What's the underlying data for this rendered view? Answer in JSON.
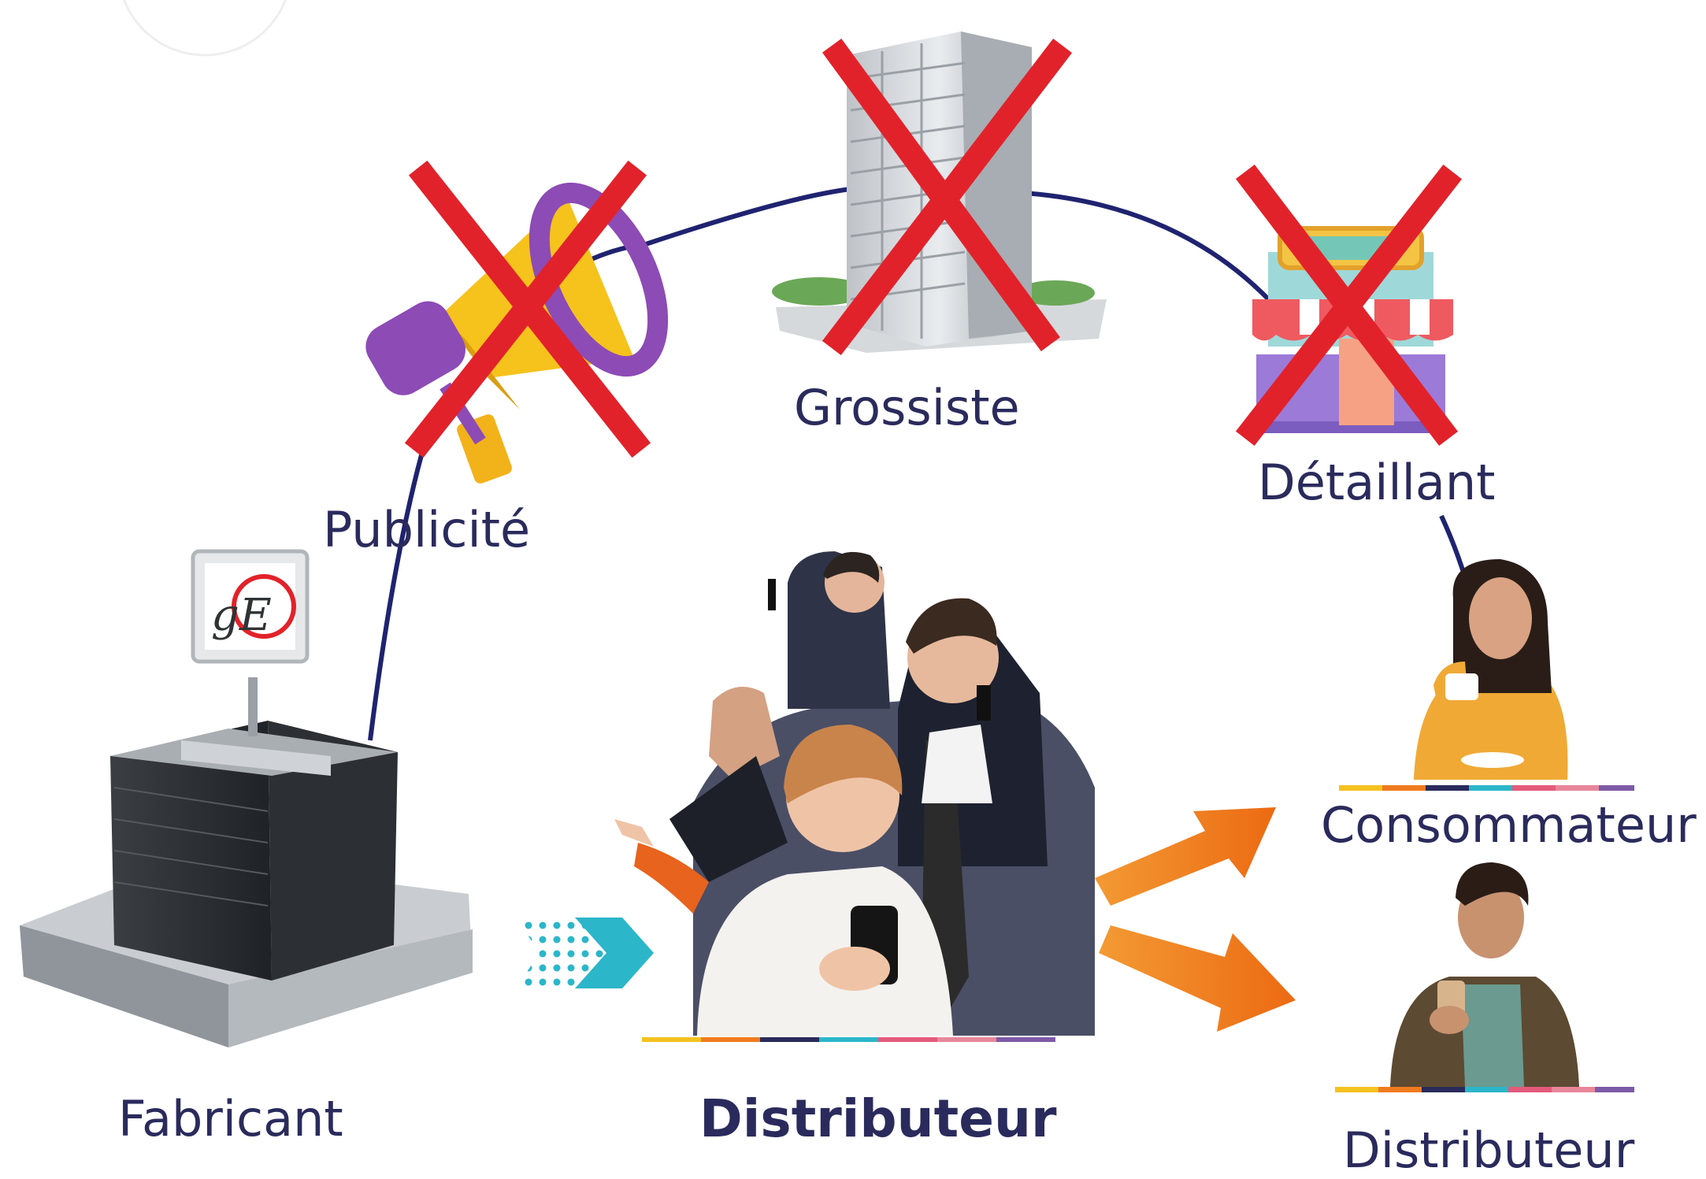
{
  "labels": {
    "advertising": "Publicité",
    "wholesaler": "Grossiste",
    "retailer": "Détaillant",
    "manufacturer": "Fabricant",
    "distributor_main": "Distributeur",
    "consumer": "Consommateur",
    "distributor_secondary": "Distributeur"
  },
  "logo_text": "gE",
  "crossed_out_nodes": [
    "megaphone",
    "wholesale-building",
    "shop"
  ],
  "colors": {
    "text": "#2a2b5c",
    "arc": "#1f2370",
    "cross": "#e2222a",
    "arrow_orange": "#f07b1f",
    "chevron_teal": "#2bb6c9",
    "stripe": [
      "#f4c21f",
      "#f07b1f",
      "#2a2b5c",
      "#2bb6c9",
      "#e35a7c",
      "#e8869a",
      "#7d5aa6"
    ]
  },
  "icons": [
    "megaphone-icon",
    "skyscraper-icon",
    "shop-icon",
    "factory-icon",
    "chevron-arrow-icon",
    "orange-arrow-icon",
    "business-people-collage",
    "woman-with-cup",
    "man-with-cup"
  ]
}
